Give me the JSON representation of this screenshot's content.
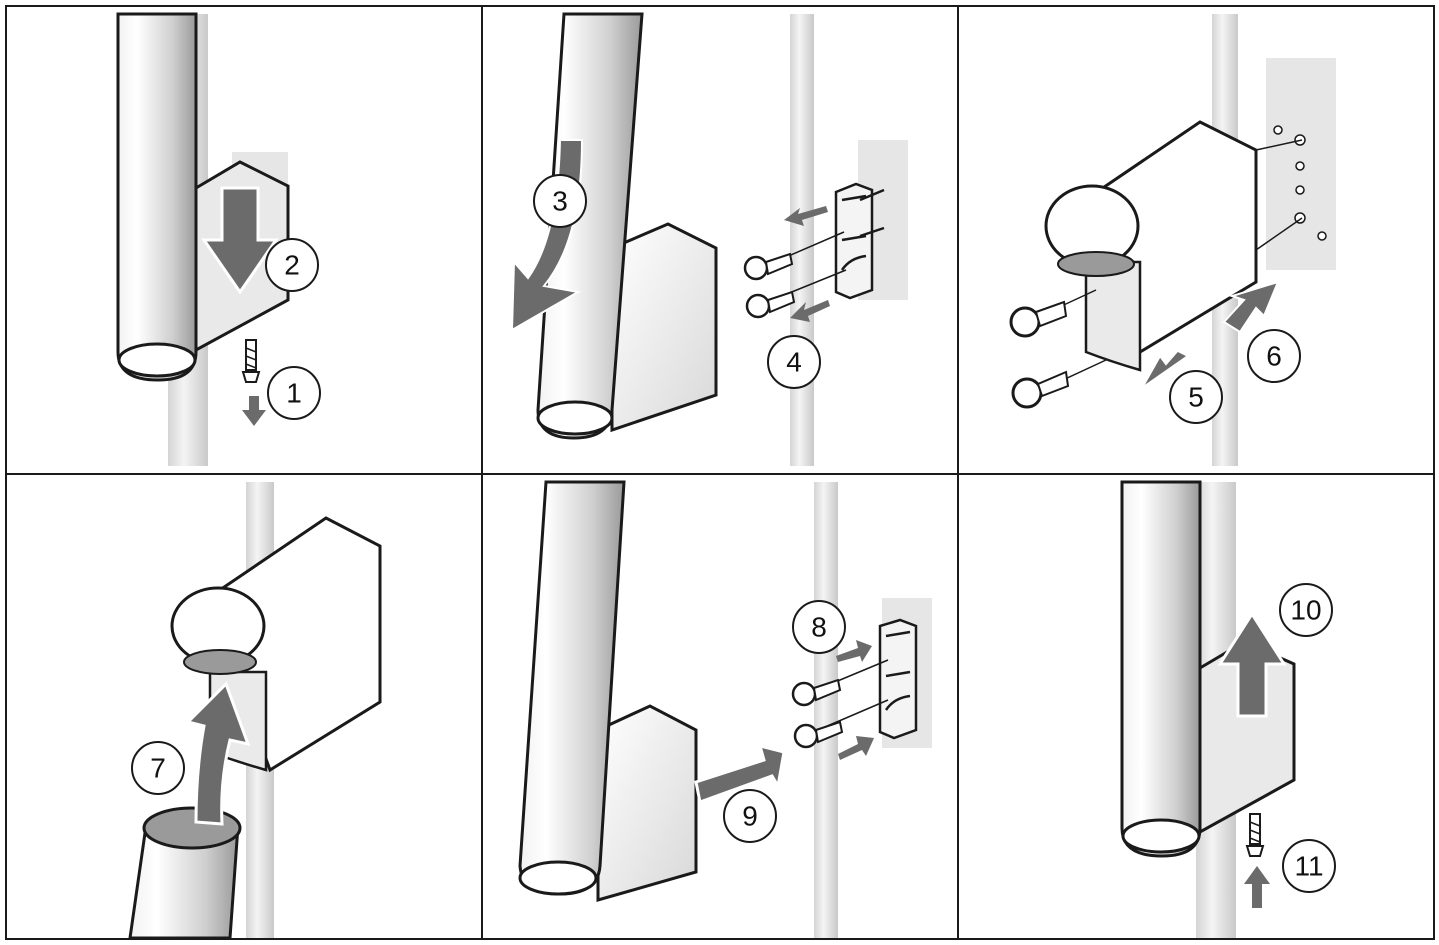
{
  "panels": [
    {
      "steps": [
        "1",
        "2"
      ]
    },
    {
      "steps": [
        "3",
        "4"
      ]
    },
    {
      "steps": [
        "5",
        "6"
      ]
    },
    {
      "steps": [
        "7"
      ]
    },
    {
      "steps": [
        "8",
        "9"
      ]
    },
    {
      "steps": [
        "10",
        "11"
      ]
    }
  ],
  "colors": {
    "line": "#1a1a1a",
    "arrow": "#6b6b6b",
    "light_gray": "#e4e4e4",
    "mid_gray": "#bdbdbd",
    "white": "#ffffff"
  }
}
